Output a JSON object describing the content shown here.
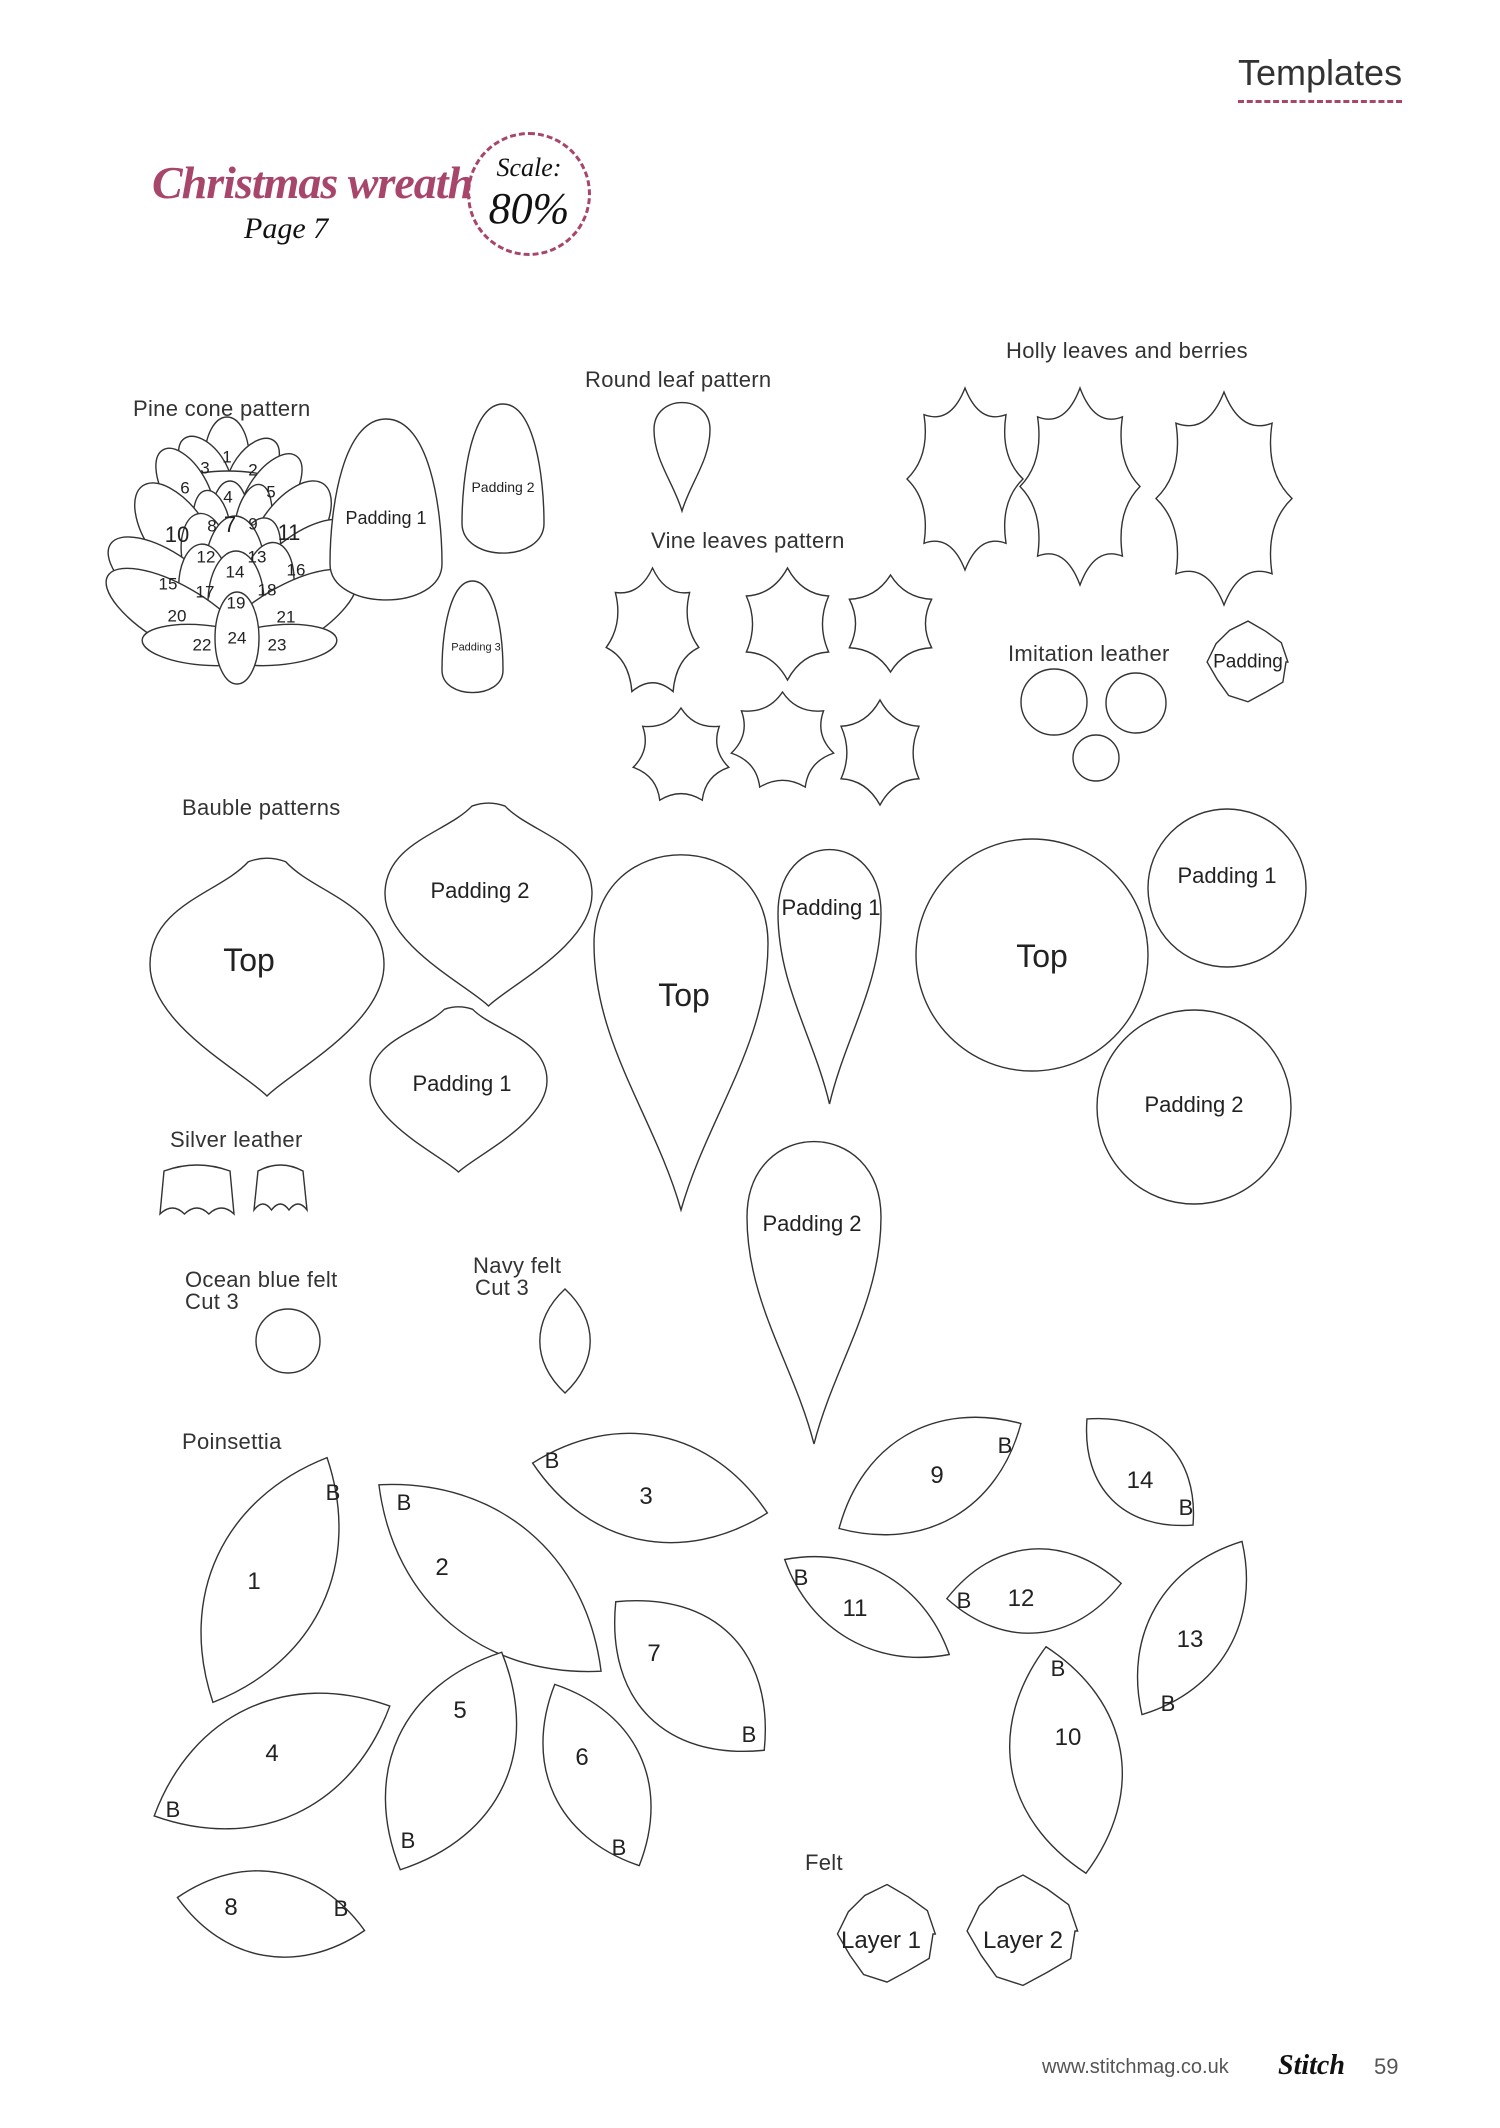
{
  "header": {
    "section": "Templates",
    "title": "Christmas wreath",
    "page_ref": "Page 7",
    "scale_label": "Scale:",
    "scale_value": "80%"
  },
  "pine_cone": {
    "label": "Pine cone pattern",
    "pieces": [
      "1",
      "2",
      "3",
      "4",
      "5",
      "6",
      "7",
      "8",
      "9",
      "10",
      "11",
      "12",
      "13",
      "14",
      "15",
      "16",
      "17",
      "18",
      "19",
      "20",
      "21",
      "22",
      "23",
      "24"
    ],
    "padding": [
      "Padding 1",
      "Padding 2",
      "Padding 3"
    ]
  },
  "round_leaf": {
    "label": "Round leaf pattern"
  },
  "vine_leaves": {
    "label": "Vine leaves pattern"
  },
  "holly": {
    "label": "Holly leaves and berries"
  },
  "imitation_leather": {
    "label": "Imitation leather",
    "padding": "Padding"
  },
  "bauble": {
    "label": "Bauble patterns",
    "round": {
      "top": "Top",
      "padding_2": "Padding 2",
      "padding_1": "Padding 1"
    },
    "drop": {
      "top": "Top",
      "padding_1": "Padding 1",
      "padding_2": "Padding 2"
    },
    "circle": {
      "top": "Top",
      "padding_1": "Padding 1",
      "padding_2": "Padding 2"
    }
  },
  "silver_leather": {
    "label": "Silver leather"
  },
  "ocean_blue": {
    "label": "Ocean blue felt",
    "cut": "Cut 3"
  },
  "navy": {
    "label": "Navy felt",
    "cut": "Cut 3"
  },
  "poinsettia": {
    "label": "Poinsettia",
    "base_marker": "B",
    "pieces": [
      "1",
      "2",
      "3",
      "4",
      "5",
      "6",
      "7",
      "8",
      "9",
      "10",
      "11",
      "12",
      "13",
      "14"
    ]
  },
  "felt": {
    "label": "Felt",
    "layer_1": "Layer 1",
    "layer_2": "Layer 2"
  },
  "footer": {
    "url": "www.stitchmag.co.uk",
    "brand": "Stitch",
    "page": "59"
  },
  "colors": {
    "accent": "#a8456b",
    "outline": "#333333"
  }
}
